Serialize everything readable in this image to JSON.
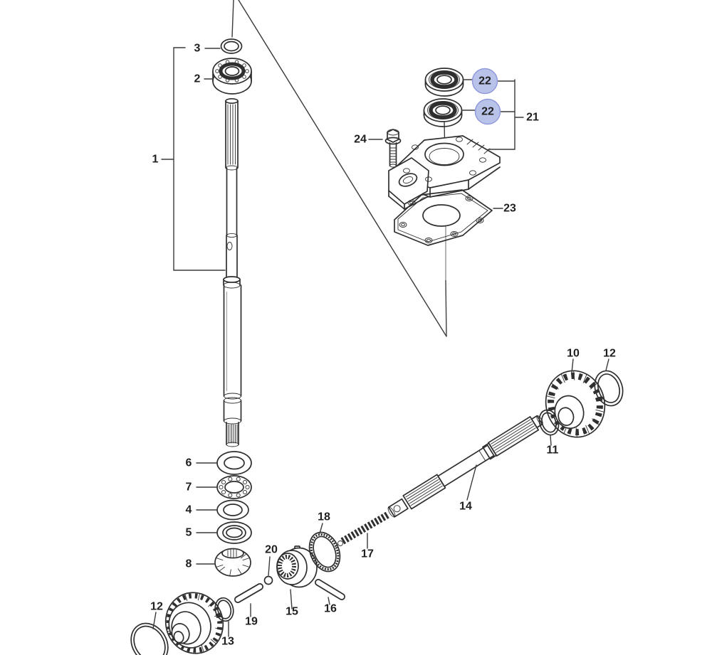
{
  "figure": {
    "kind": "exploded-parts-diagram"
  },
  "colors": {
    "background": "#ffffff",
    "line": "#2f2f2f",
    "leader": "#3a3a3a",
    "text": "#1f1f1f",
    "highlight_fill": "#b9c3e9",
    "highlight_stroke": "#9099dc"
  },
  "callouts": {
    "c1": "1",
    "c2": "2",
    "c3": "3",
    "c4": "4",
    "c5": "5",
    "c6": "6",
    "c7": "7",
    "c8": "8",
    "c10": "10",
    "c11": "11",
    "c12a": "12",
    "c12b": "12",
    "c13": "13",
    "c14": "14",
    "c15": "15",
    "c16": "16",
    "c17": "17",
    "c18": "18",
    "c19": "19",
    "c20": "20",
    "c21": "21",
    "c22a": "22",
    "c22b": "22",
    "c23": "23",
    "c24": "24"
  }
}
